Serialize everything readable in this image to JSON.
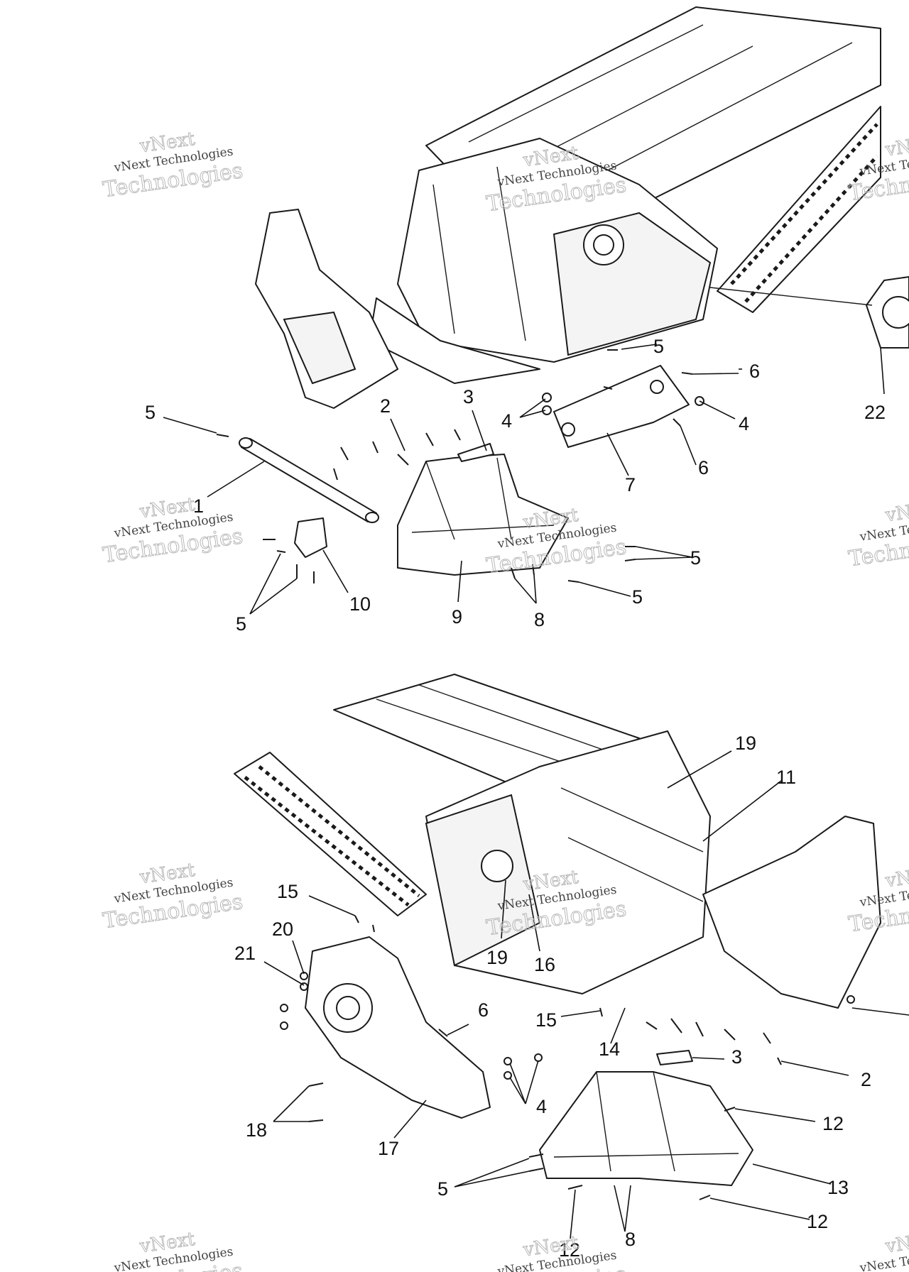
{
  "callouts": {
    "c1": "1",
    "c2a": "2",
    "c3a": "3",
    "c4a": "4",
    "c4b": "4",
    "c5a": "5",
    "c5b": "5",
    "c5c": "5",
    "c5d": "5",
    "c5e": "5",
    "c6a": "6",
    "c6b": "6",
    "c7": "7",
    "c8a": "8",
    "c9": "9",
    "c10": "10",
    "c22": "22",
    "c19a": "19",
    "c11": "11",
    "c15a": "15",
    "c20": "20",
    "c21": "21",
    "c19b": "19",
    "c16": "16",
    "c6c": "6",
    "c15b": "15",
    "c14": "14",
    "c3b": "3",
    "c2b": "2",
    "c12a": "12",
    "c4c": "4",
    "c18": "18",
    "c17": "17",
    "c13": "13",
    "c5f": "5",
    "c12b": "12",
    "c12c": "12",
    "c8b": "8"
  },
  "watermark": {
    "line1": "vNext",
    "line2": "vNext Technologies",
    "line3": "Technologies"
  }
}
